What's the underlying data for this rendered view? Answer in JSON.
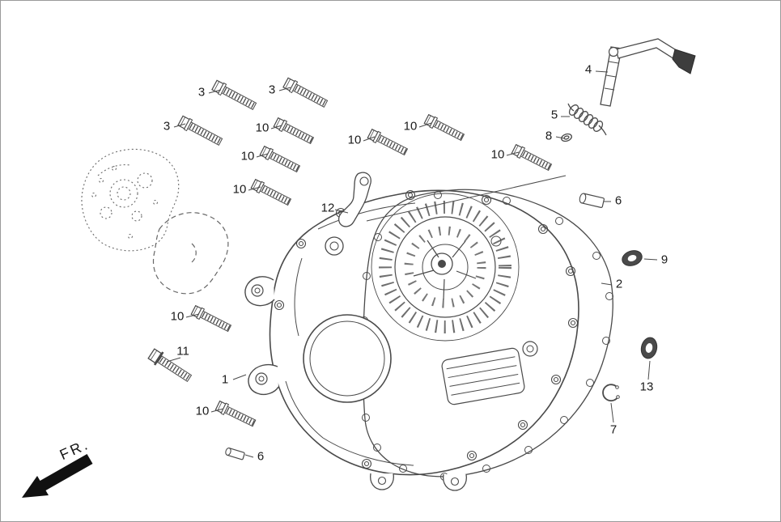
{
  "figure": {
    "direction_label": "FR.",
    "background_color": "#ffffff",
    "line_color": "#4a4a4a",
    "label_color": "#1c1c1c",
    "border_color": "#9a9a9a"
  },
  "callouts": {
    "bolt3_a": {
      "label": "3"
    },
    "bolt3_b": {
      "label": "3"
    },
    "bolt3_c": {
      "label": "3"
    },
    "bolt10_a": {
      "label": "10"
    },
    "bolt10_b": {
      "label": "10"
    },
    "bolt10_c": {
      "label": "10"
    },
    "bolt10_d": {
      "label": "10"
    },
    "bolt10_e": {
      "label": "10"
    },
    "bolt10_f": {
      "label": "10"
    },
    "bolt10_g": {
      "label": "10"
    },
    "bolt10_h": {
      "label": "10"
    },
    "bolt11": {
      "label": "11"
    },
    "bracket12": {
      "label": "12"
    },
    "arm4": {
      "label": "4"
    },
    "spring5": {
      "label": "5"
    },
    "clip8": {
      "label": "8"
    },
    "pin6_a": {
      "label": "6"
    },
    "seal9": {
      "label": "9"
    },
    "gasket2": {
      "label": "2"
    },
    "seal13": {
      "label": "13"
    },
    "circlip7": {
      "label": "7"
    },
    "cover1": {
      "label": "1"
    },
    "pin6_b": {
      "label": "6"
    }
  }
}
